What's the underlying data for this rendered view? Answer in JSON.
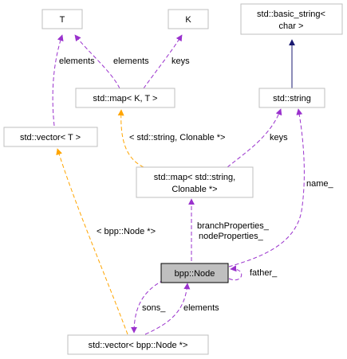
{
  "nodes": {
    "T": "T",
    "K": "K",
    "basic_string_l1": "std::basic_string<",
    "basic_string_l2": "char >",
    "map_kt": "std::map< K, T >",
    "string": "std::string",
    "vector_t": "std::vector< T >",
    "map_sc_l1": "std::map< std::string,",
    "map_sc_l2": "Clonable *>",
    "node": "bpp::Node",
    "vector_node": "std::vector< bpp::Node *>"
  },
  "edges": {
    "elements_vector_t": "elements",
    "elements_map": "elements",
    "keys_map": "keys",
    "map_template_args": "< std::string, Clonable *>",
    "keys_string": "keys",
    "name": "name_",
    "branch_props": "branchProperties_",
    "node_props": "nodeProperties_",
    "father": "father_",
    "vector_template_args": "< bpp::Node *>",
    "sons": "sons_",
    "elements_vector_node": "elements"
  },
  "colors": {
    "usage_edge": "#9a32cd",
    "template_edge": "#ffa500",
    "inherit_edge": "#191970",
    "focus_fill": "#bfbfbf",
    "box_border": "#bfbfbf"
  }
}
